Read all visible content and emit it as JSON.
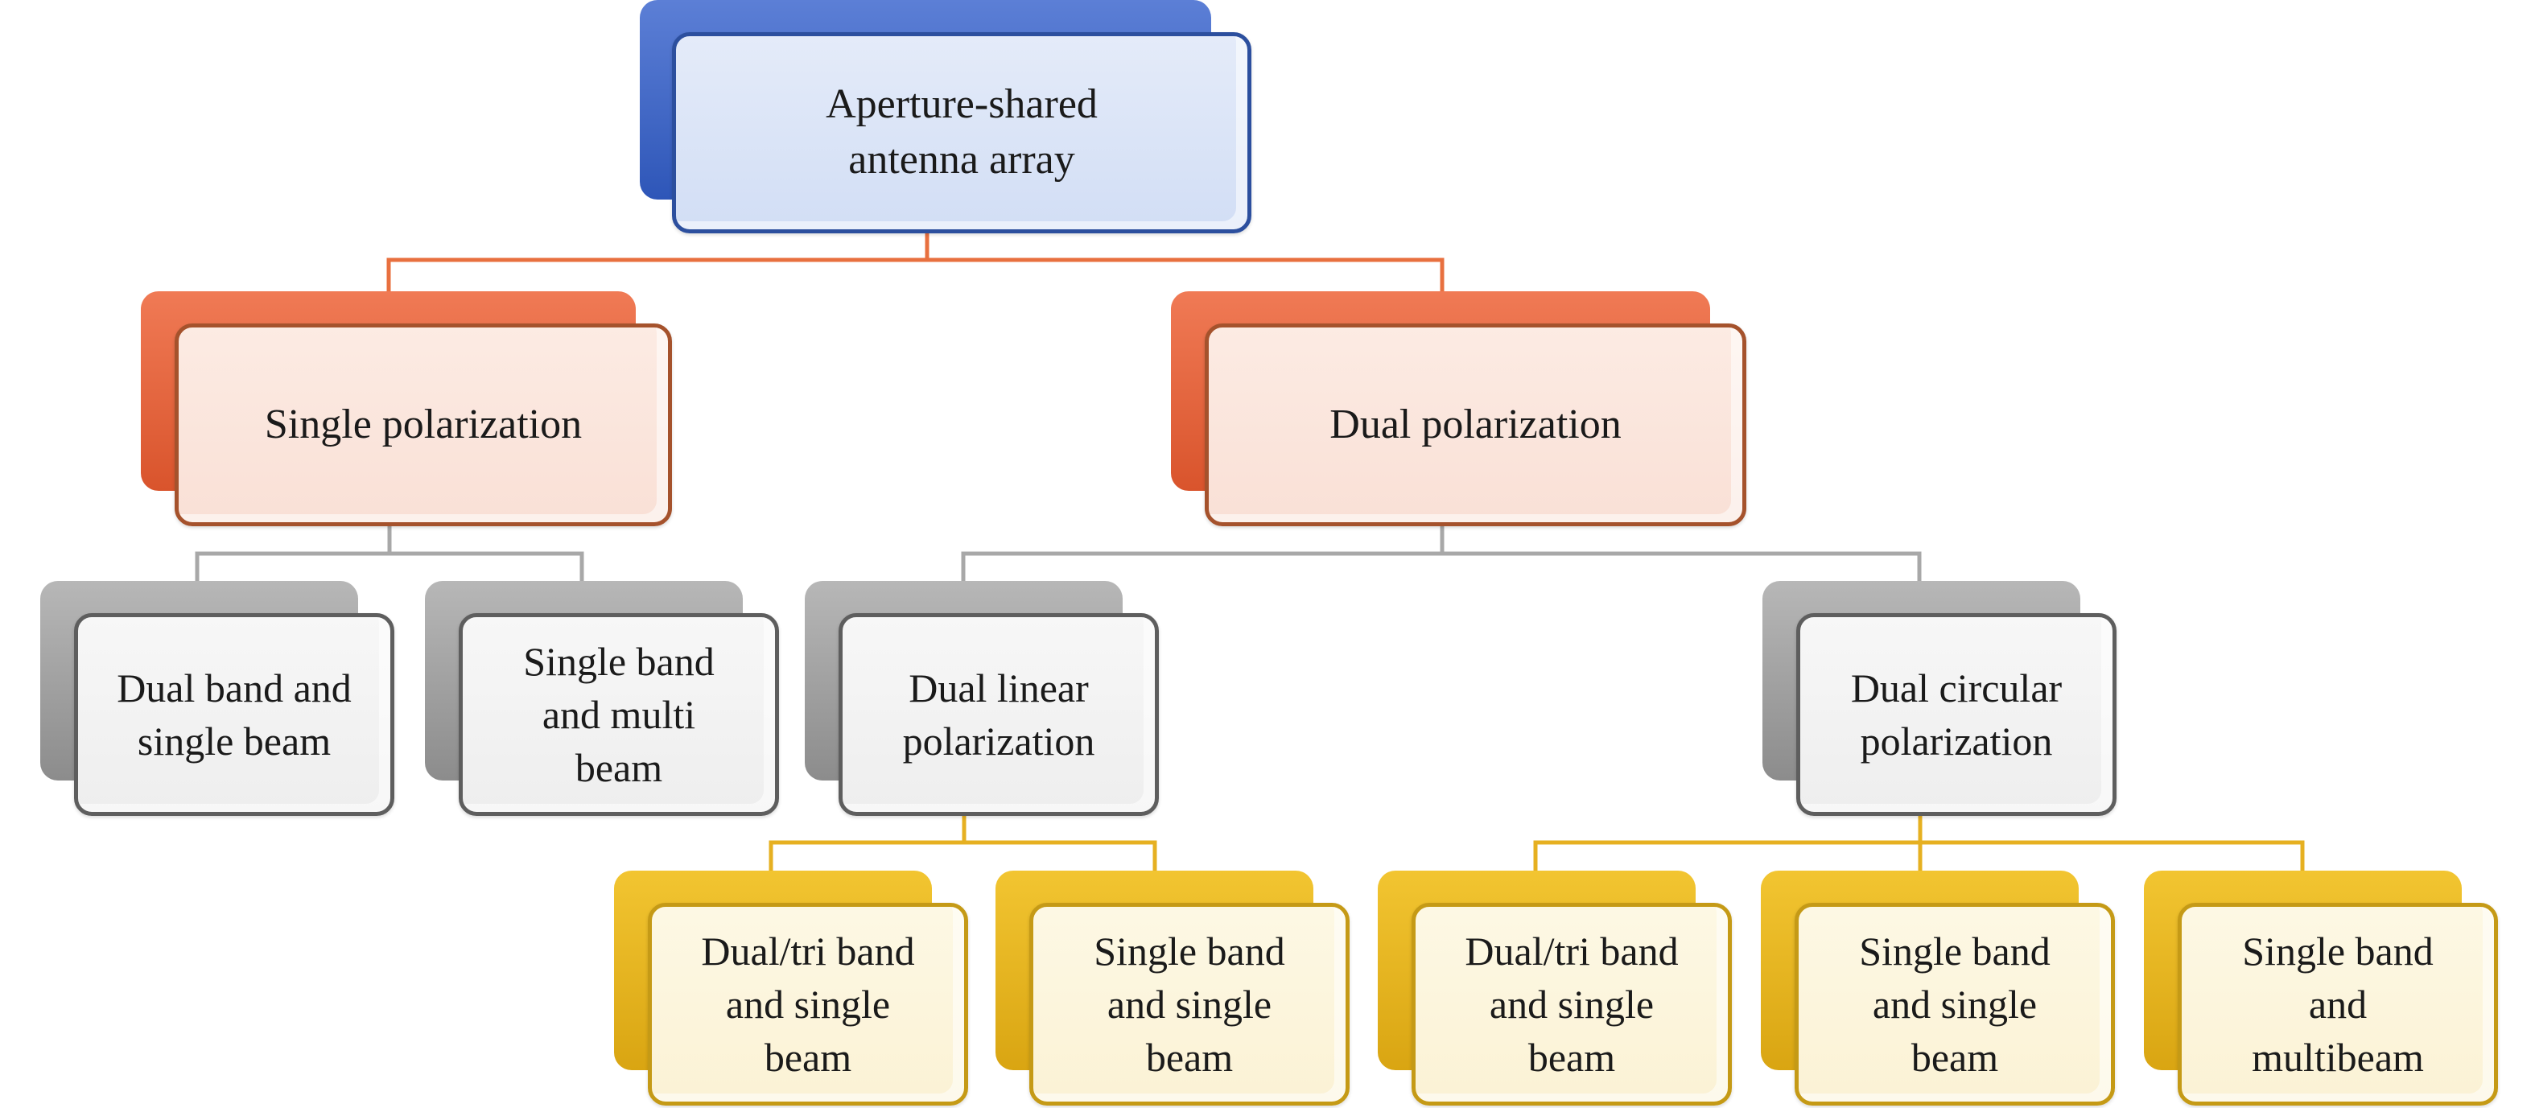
{
  "diagram": {
    "root": {
      "label_lines": [
        "Aperture-shared",
        "antenna array"
      ],
      "color": "#2e56b8"
    },
    "single_polarization": {
      "label_lines": [
        "Single polarization"
      ],
      "color": "#d9542c",
      "children": [
        {
          "label_lines": [
            "Dual band and",
            "single beam"
          ]
        },
        {
          "label_lines": [
            "Single band",
            "and multi",
            "beam"
          ]
        }
      ]
    },
    "dual_polarization": {
      "label_lines": [
        "Dual polarization"
      ],
      "color": "#d9542c",
      "dual_linear": {
        "label_lines": [
          "Dual linear",
          "polarization"
        ],
        "children": [
          {
            "label_lines": [
              "Dual/tri band",
              "and single",
              "beam"
            ]
          },
          {
            "label_lines": [
              "Single band",
              "and single",
              "beam"
            ]
          }
        ]
      },
      "dual_circular": {
        "label_lines": [
          "Dual circular",
          "polarization"
        ],
        "children": [
          {
            "label_lines": [
              "Dual/tri band",
              "and single",
              "beam"
            ]
          },
          {
            "label_lines": [
              "Single band",
              "and single",
              "beam"
            ]
          },
          {
            "label_lines": [
              "Single band",
              "and",
              "multibeam"
            ]
          }
        ]
      }
    },
    "connector_colors": {
      "level0": "#e8703f",
      "level1": "#a8a8a8",
      "level2": "#e6b021"
    }
  }
}
